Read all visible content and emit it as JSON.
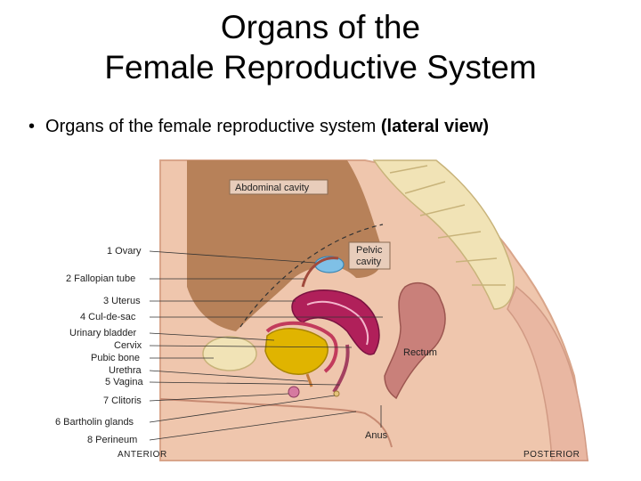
{
  "title": {
    "line1": "Organs of the",
    "line2": "Female Reproductive System"
  },
  "bullet": {
    "text": "Organs of the female reproductive system ",
    "bold": "(lateral view)"
  },
  "diagram": {
    "left_labels": [
      "1 Ovary",
      "2 Fallopian tube",
      "3 Uterus",
      "4 Cul-de-sac",
      "Urinary bladder",
      "Cervix",
      "Pubic bone",
      "Urethra",
      "5 Vagina",
      "7 Clitoris",
      "6 Bartholin glands",
      "8 Perineum"
    ],
    "abdominal_cavity": "Abdominal cavity",
    "pelvic_cavity_1": "Pelvic",
    "pelvic_cavity_2": "cavity",
    "rectum": "Rectum",
    "anus": "Anus",
    "anterior": "ANTERIOR",
    "posterior": "POSTERIOR"
  },
  "colors": {
    "skin": "#efc6ad",
    "cavity": "#b78159",
    "uterus": "#b0205a",
    "bladder": "#e0b400",
    "rectum": "#c9807a",
    "bone": "#f1e3b6",
    "ovary": "#7fc0e6"
  }
}
